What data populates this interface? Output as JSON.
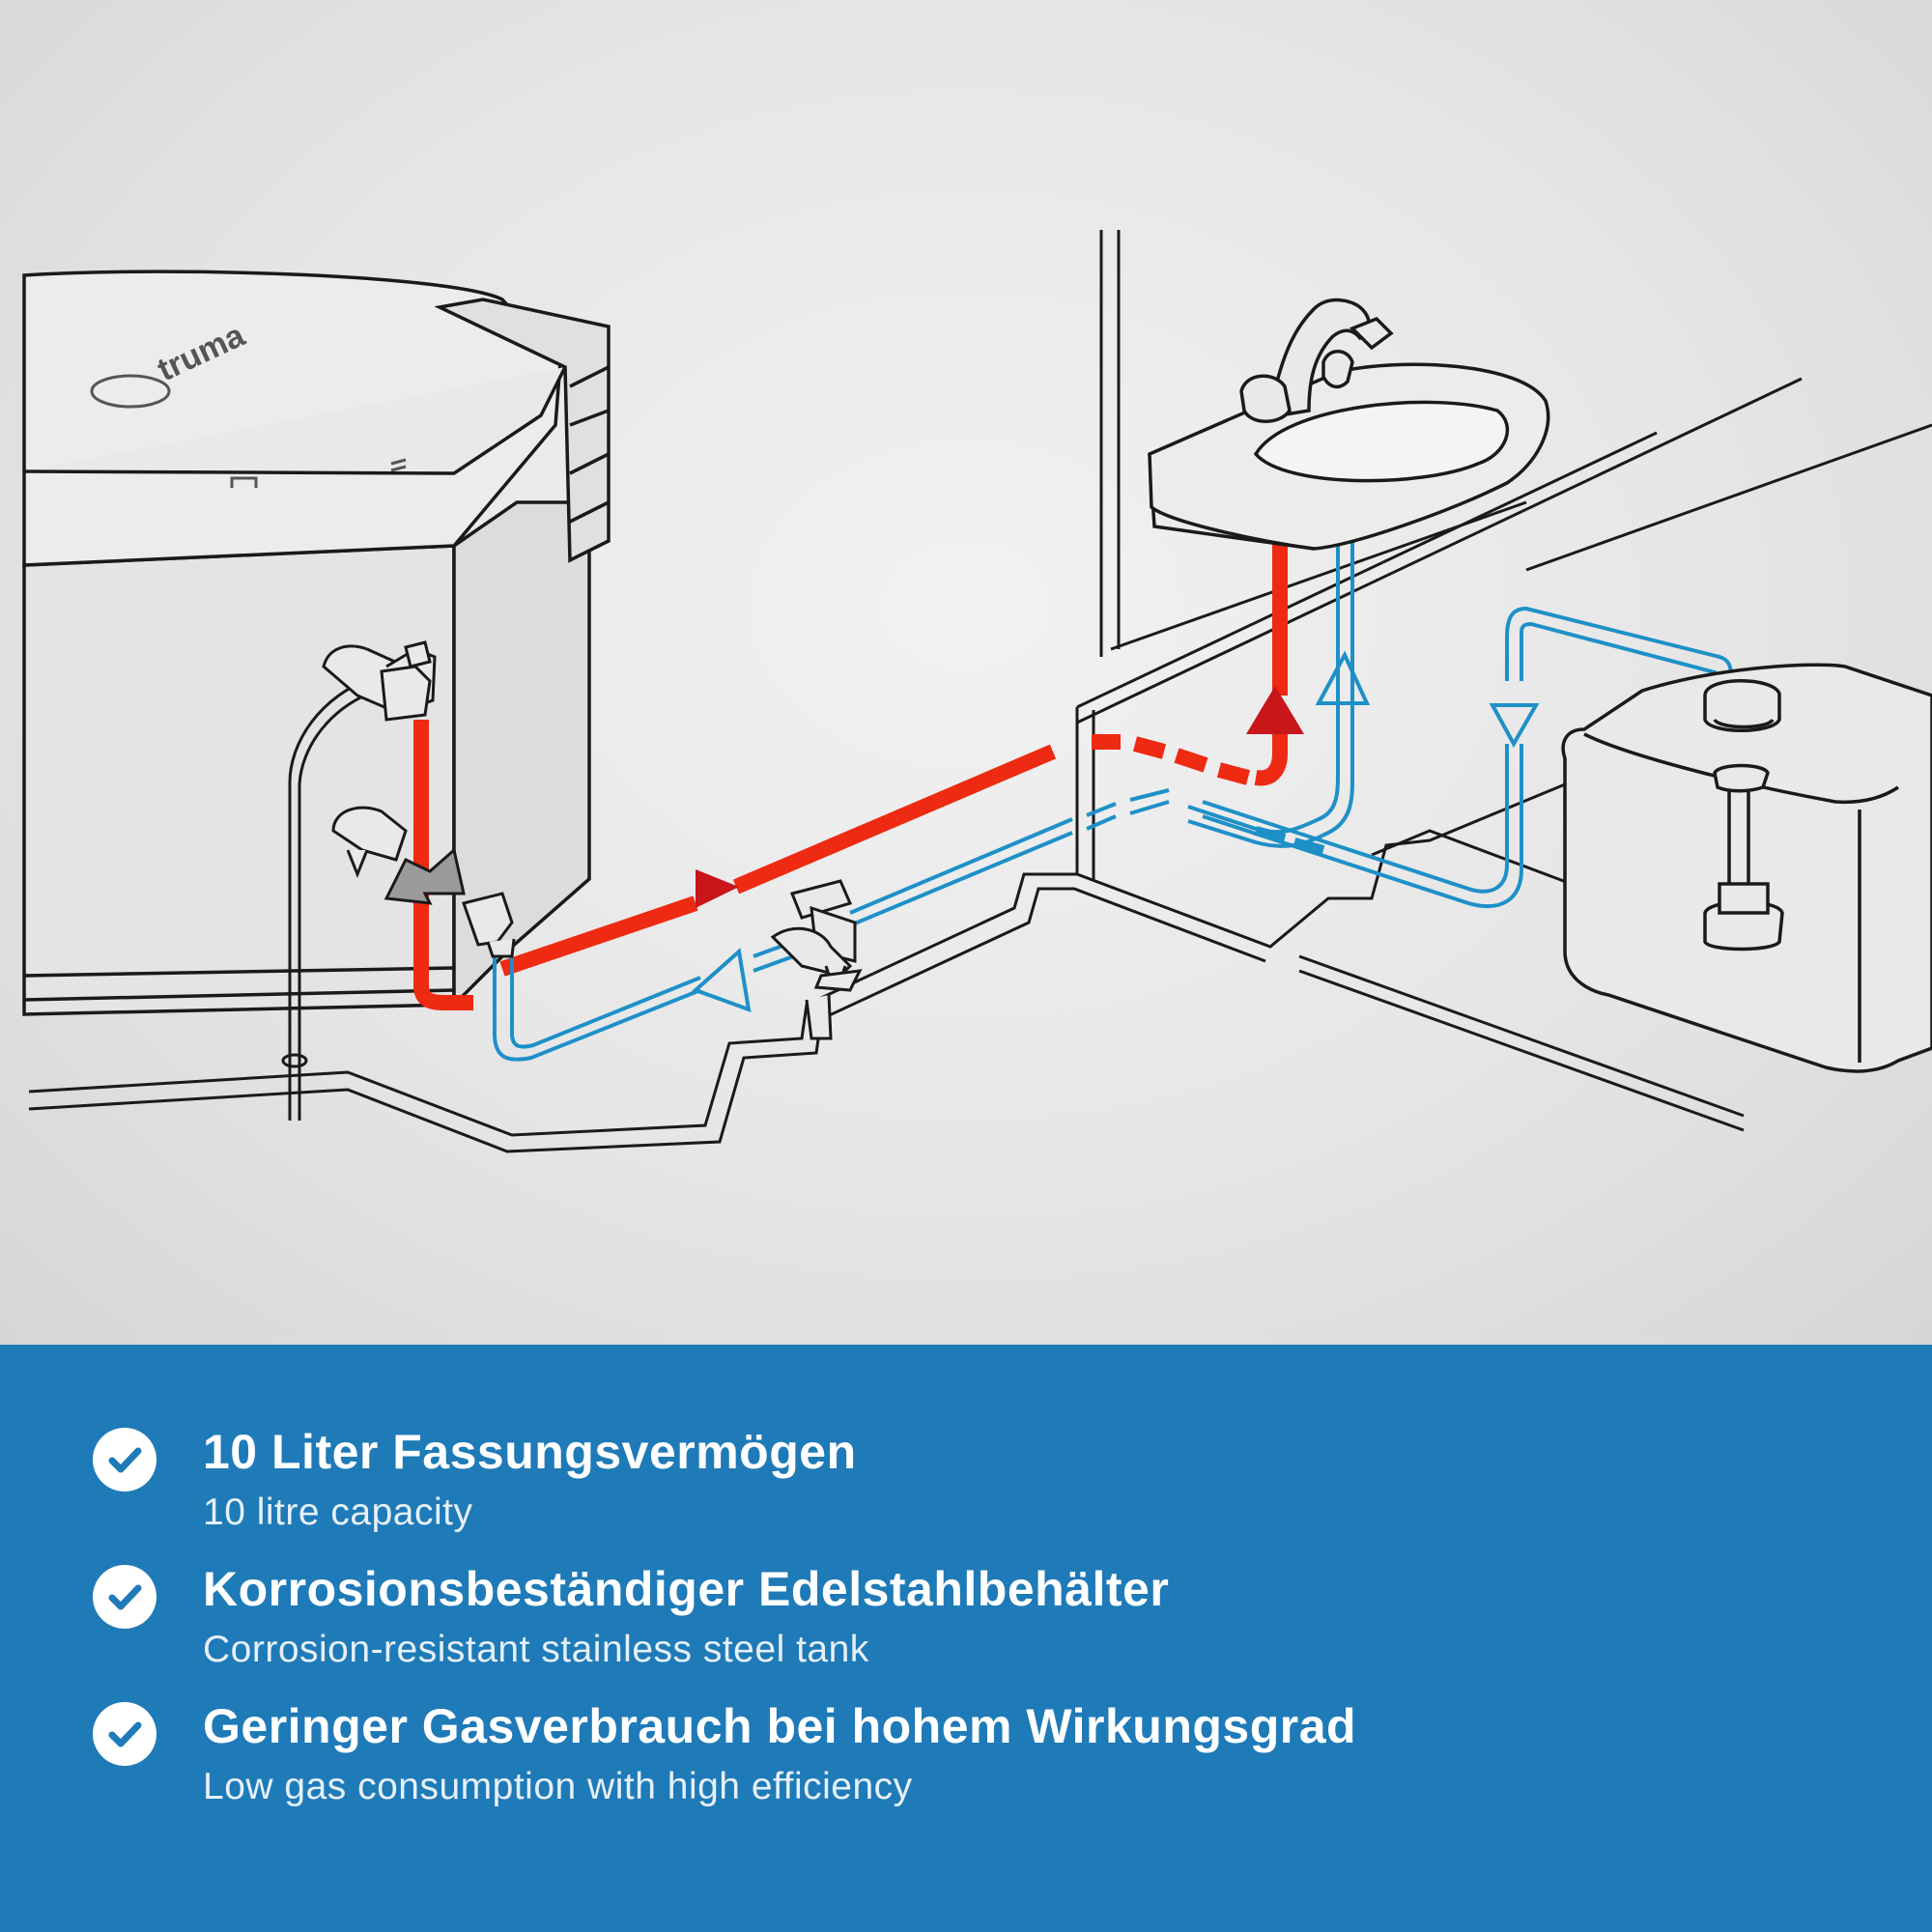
{
  "diagram": {
    "brand_logo_text": "truma",
    "colors": {
      "hot_water": "#ee2a12",
      "hot_arrow": "#c8161b",
      "cold_water": "#1e90c8",
      "outline": "#1a1a1a",
      "panel_blue": "#1f7ab8"
    },
    "icons": [
      "boiler-unit",
      "sink",
      "faucet",
      "fresh-water-tank",
      "drain-valve",
      "gas-connection"
    ]
  },
  "features": [
    {
      "icon": "check-circle-icon",
      "title": "10 Liter Fassungsvermögen",
      "subtitle": "10 litre capacity"
    },
    {
      "icon": "check-circle-icon",
      "title": "Korrosionsbeständiger Edelstahlbehälter",
      "subtitle": "Corrosion-resistant stainless steel tank"
    },
    {
      "icon": "check-circle-icon",
      "title": "Geringer Gasverbrauch bei hohem Wirkungsgrad",
      "subtitle": "Low gas consumption with high efficiency"
    }
  ]
}
